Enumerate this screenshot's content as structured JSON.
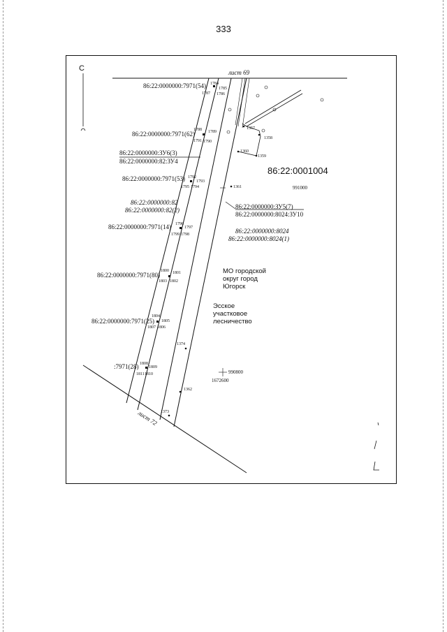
{
  "page_number": "333",
  "north_label": "С",
  "sheets": {
    "top": "лист 69",
    "bottom": "лист 72"
  },
  "parcels": {
    "p54": "86:22:0000000:7971(54)",
    "p62": "86:22:0000000:7971(62)",
    "zu6": "86:22:0000000:ЗУ6(3)",
    "zu4": "86:22:0000000:82:ЗУ4",
    "p53": "86:22:0000000:7971(53)",
    "p82a": "86:22:0000000:82",
    "p82b": "86:22:0000000:82(2)",
    "p14": "86:22:0000000:7971(14)",
    "p80": "86:22:0000000:7971(80)",
    "p25": "86:22:0000000:7971(25)",
    "p28": ":7971(28)",
    "zu5": "86:22:0000000:ЗУ5(7)",
    "zu10": "86:22:0000000:8024:ЗУ10",
    "p8024a": "86:22:0000000:8024",
    "p8024b": "86:22:0000000:8024(1)"
  },
  "block": "86:22:0001004",
  "grid": {
    "x1": "991000",
    "x2": "990800",
    "y2": "1672600"
  },
  "municipality": [
    "МО городской",
    "округ город",
    "Югорск"
  ],
  "forestry": [
    "Эсское",
    "участковое",
    "лесничество"
  ],
  "points": {
    "p1784": "1784",
    "p1785": "1785",
    "p1787": "1787",
    "p1786": "1786",
    "p1788": "1788",
    "p1789": "1789",
    "p1791": "1791",
    "p1790": "1790",
    "p1792": "1792",
    "p1793": "1793",
    "p1795": "1795",
    "p1794": "1794",
    "p1796": "1796",
    "p1797": "1797",
    "p1799": "1799",
    "p1798": "1798",
    "p1800": "1800",
    "p1801": "1801",
    "p1803": "1803",
    "p1802": "1802",
    "p1804": "1804",
    "p1805": "1805",
    "p1807": "1807",
    "p1806": "1806",
    "p1808": "1808",
    "p1809": "1809",
    "p1811": "1811",
    "p1810": "1810",
    "p1357": "1357",
    "p1358": "1358",
    "p1359": "1359",
    "p1360": "1360",
    "p1361": "1361",
    "p1374": "1374",
    "p1362": "1362",
    "p1373": "1373"
  }
}
